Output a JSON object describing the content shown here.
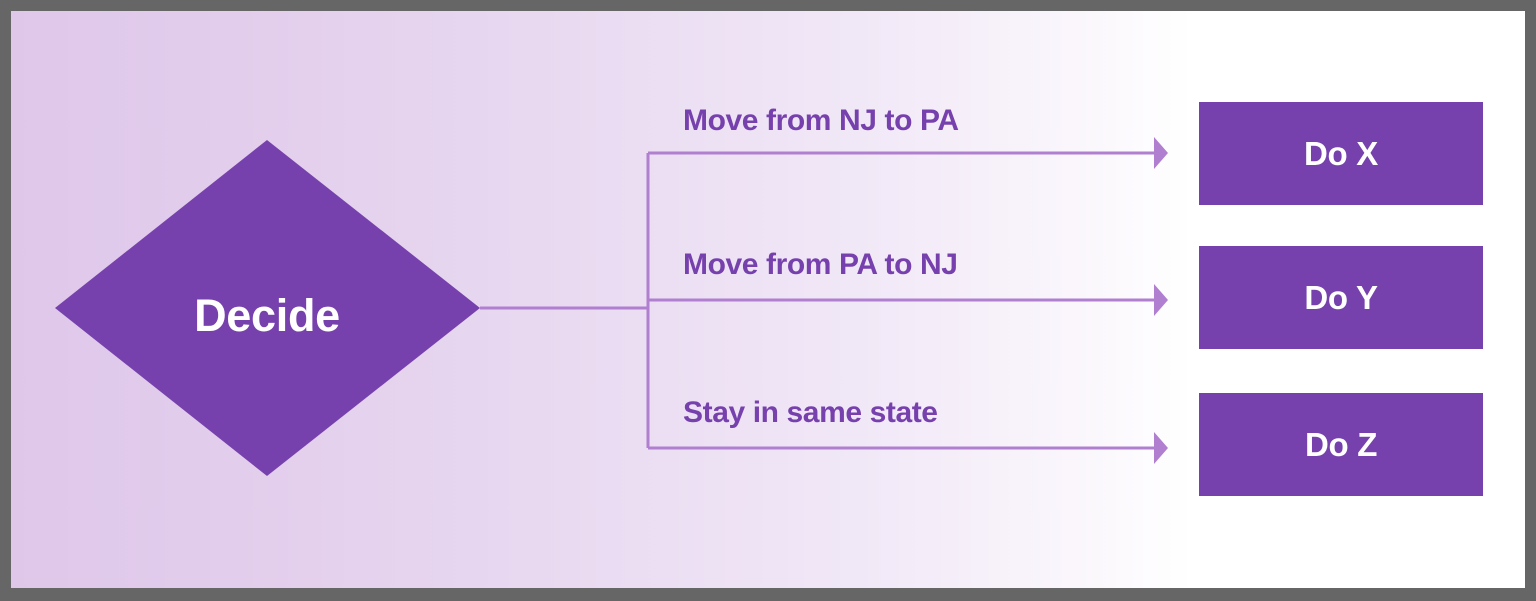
{
  "diagram": {
    "type": "flowchart",
    "title_text": null,
    "decision_node": {
      "label": "Decide",
      "shape": "diamond",
      "fill": "#7741ad",
      "text_color": "#ffffff"
    },
    "branches": [
      {
        "label": "Move from NJ to PA",
        "target": "Do X"
      },
      {
        "label": "Move from PA to NJ",
        "target": "Do Y"
      },
      {
        "label": "Stay in same state",
        "target": "Do Z"
      }
    ],
    "action_nodes": [
      {
        "label": "Do X",
        "shape": "rectangle",
        "fill": "#7741ad",
        "text_color": "#ffffff"
      },
      {
        "label": "Do Y",
        "shape": "rectangle",
        "fill": "#7741ad",
        "text_color": "#ffffff"
      },
      {
        "label": "Do Z",
        "shape": "rectangle",
        "fill": "#7741ad",
        "text_color": "#ffffff"
      }
    ],
    "colors": {
      "node_purple": "#7741ad",
      "connector_purple": "#b07fd0",
      "label_purple": "#7741ad",
      "background_left": "#dfc7ea",
      "background_right": "#ffffff",
      "frame_gray": "#666666"
    }
  }
}
